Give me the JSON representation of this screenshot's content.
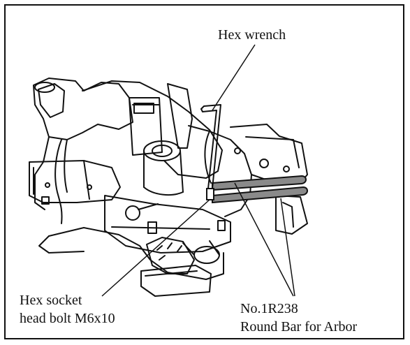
{
  "callouts": {
    "hex_wrench": "Hex wrench",
    "bolt_line1": "Hex socket",
    "bolt_line2": "head bolt M6x10",
    "bar_line1": "No.1R238",
    "bar_line2": "Round Bar for Arbor"
  },
  "colors": {
    "line": "#111111",
    "background": "#ffffff",
    "bar_fill": "#8a8a8a"
  }
}
